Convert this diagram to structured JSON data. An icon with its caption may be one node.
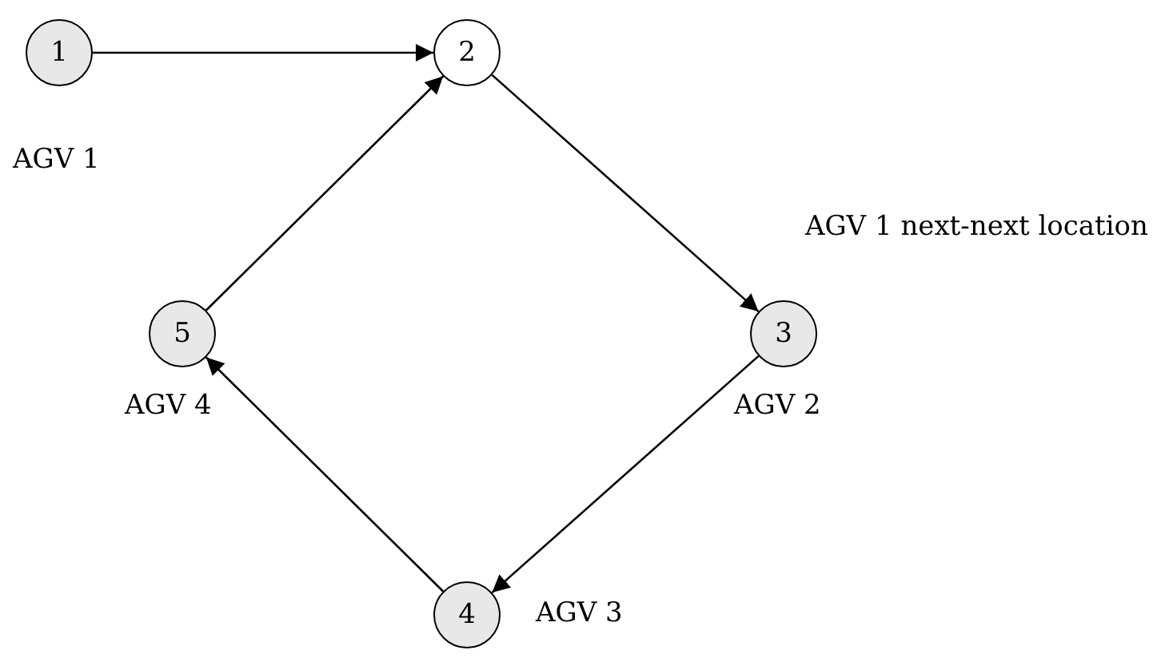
{
  "diagram": {
    "nodes": [
      {
        "text": [
          "1"
        ],
        "beside": [
          "AGV 1"
        ]
      },
      {
        "text": [
          "2"
        ]
      },
      {
        "text": [
          "3"
        ],
        "beside": [
          "AGV 1 next-next location",
          "AGV 2"
        ]
      },
      {
        "text": [
          "4"
        ],
        "beside": [
          "AGV 3"
        ]
      },
      {
        "text": [
          "5"
        ],
        "beside": [
          "AGV 4"
        ]
      }
    ],
    "edges": [
      {
        "from": 0,
        "to": 1,
        "arrow": "to"
      },
      {
        "from": 1,
        "to": 2,
        "arrow": "to"
      },
      {
        "from": 2,
        "to": 3,
        "arrow": "to"
      },
      {
        "from": 3,
        "to": 4,
        "arrow": "to"
      },
      {
        "from": 4,
        "to": 1,
        "arrow": "to"
      }
    ]
  }
}
